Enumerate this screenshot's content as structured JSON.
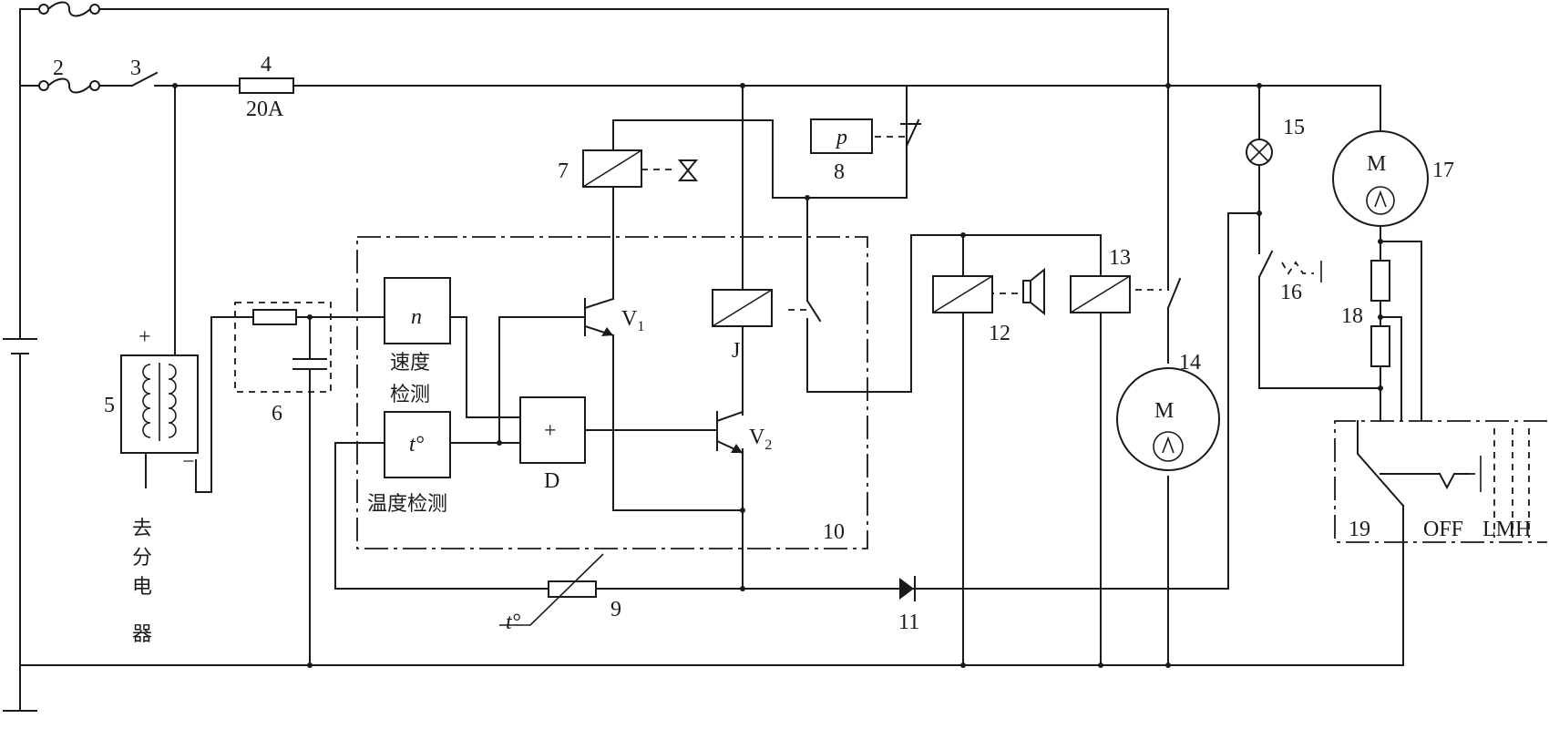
{
  "labels": {
    "n2": "2",
    "n3": "3",
    "n4": "4",
    "fuse_rating": "20A",
    "n5": "5",
    "plus": "+",
    "minus": "−",
    "n6": "6",
    "n7": "7",
    "n8": "8",
    "p": "p",
    "n9": "9",
    "n10": "10",
    "n11": "11",
    "n12": "12",
    "n13": "13",
    "n14": "14",
    "n15": "15",
    "n16": "16",
    "n17": "17",
    "n18": "18",
    "n19": "19",
    "speed_sym": "n",
    "speed_text1": "速度",
    "speed_text2": "检测",
    "temp_sym": "t°",
    "temp_text": "温度检测",
    "adder_sym": "+",
    "adder_label": "D",
    "v1": "V",
    "v1_sub": "1",
    "v2": "V",
    "v2_sub": "2",
    "relay_j": "J",
    "motor_m14": "M",
    "motor_m17": "M",
    "sensor_t": "t°",
    "dist1": "去",
    "dist2": "分",
    "dist3": "电",
    "dist4": "器",
    "switch_off": "OFF",
    "switch_lmh": "LMH"
  }
}
